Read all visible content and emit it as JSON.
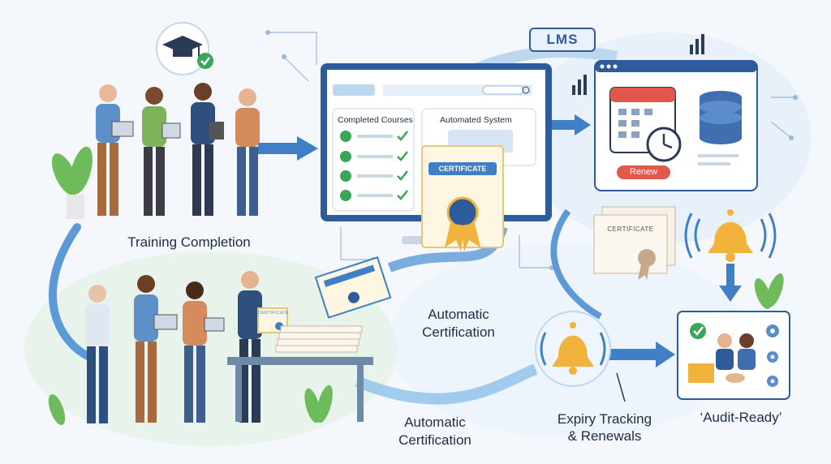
{
  "labels": {
    "training_completion": "Training Completion",
    "automatic_certification_1": "Automatic\nCertification",
    "automatic_certification_2": "Automatic\nCertification",
    "expiry_tracking": "Expiry Tracking\n& Renewals",
    "audit_ready": "‘Audit-Ready’"
  },
  "lms_badge": "LMS",
  "monitor": {
    "completed_courses": "Completed Courses",
    "automated_system": "Automated System",
    "certificate_label": "CERTIFICATE"
  },
  "renew_panel": {
    "button": "Renew"
  },
  "stacked_certificate_label": "CERTIFICATE",
  "held_certificate_label": "CERTIFICATE",
  "colors": {
    "accent_blue": "#2e5b9a",
    "light_blue": "#bcd7f0",
    "renew_red": "#e2574c",
    "bell_gold": "#f2b33d",
    "check_green": "#3aa657",
    "plant_green": "#6dbb5b"
  },
  "icons": [
    "graduation-cap-icon",
    "check-icon",
    "calendar-icon",
    "clock-icon",
    "database-icon",
    "bell-icon",
    "gear-icon",
    "folder-icon",
    "handshake-icon",
    "ribbon-seal-icon"
  ]
}
